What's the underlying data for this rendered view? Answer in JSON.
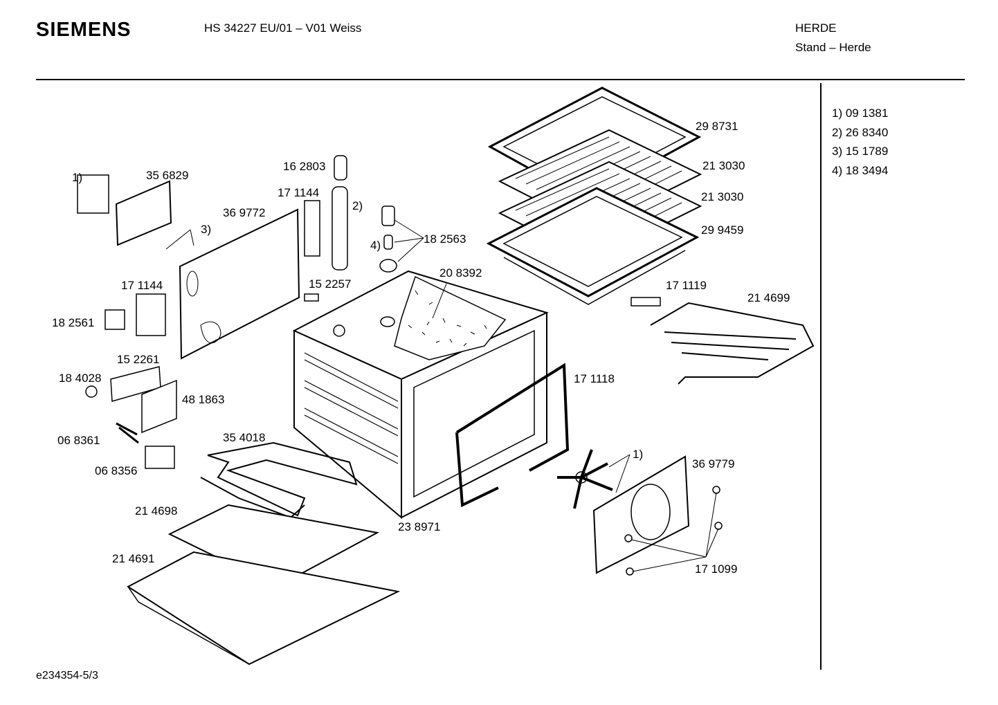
{
  "header": {
    "brand": "SIEMENS",
    "model": "HS 34227 EU/01 – V01 Weiss",
    "category": "HERDE",
    "subcategory": "Stand – Herde"
  },
  "legend": [
    "1)  09 1381",
    "2)  26 8340",
    "3)  15 1789",
    "4)  18 3494"
  ],
  "footer": {
    "doc_id": "e234354-5/3"
  },
  "parts": {
    "p1": "1)",
    "p356829": "35 6829",
    "p369772": "36 9772",
    "p3": "3)",
    "p162803": "16 2803",
    "p171144a": "17 1144",
    "p2": "2)",
    "p4": "4)",
    "p182563": "18 2563",
    "p298731": "29 8731",
    "p213030a": "21 3030",
    "p213030b": "21 3030",
    "p299459": "29 9459",
    "p171144b": "17 1144",
    "p182561": "18 2561",
    "p152257": "15 2257",
    "p208392": "20 8392",
    "p171119": "17 1119",
    "p214699": "21 4699",
    "p152261": "15 2261",
    "p184028": "18 4028",
    "p481863": "48 1863",
    "p171118": "17 1118",
    "p068361": "06 8361",
    "p354018": "35 4018",
    "p068356": "06 8356",
    "p1b": "1)",
    "p369779": "36 9779",
    "p214698": "21 4698",
    "p238971": "23 8971",
    "p214691": "21 4691",
    "p171099": "17 1099"
  }
}
